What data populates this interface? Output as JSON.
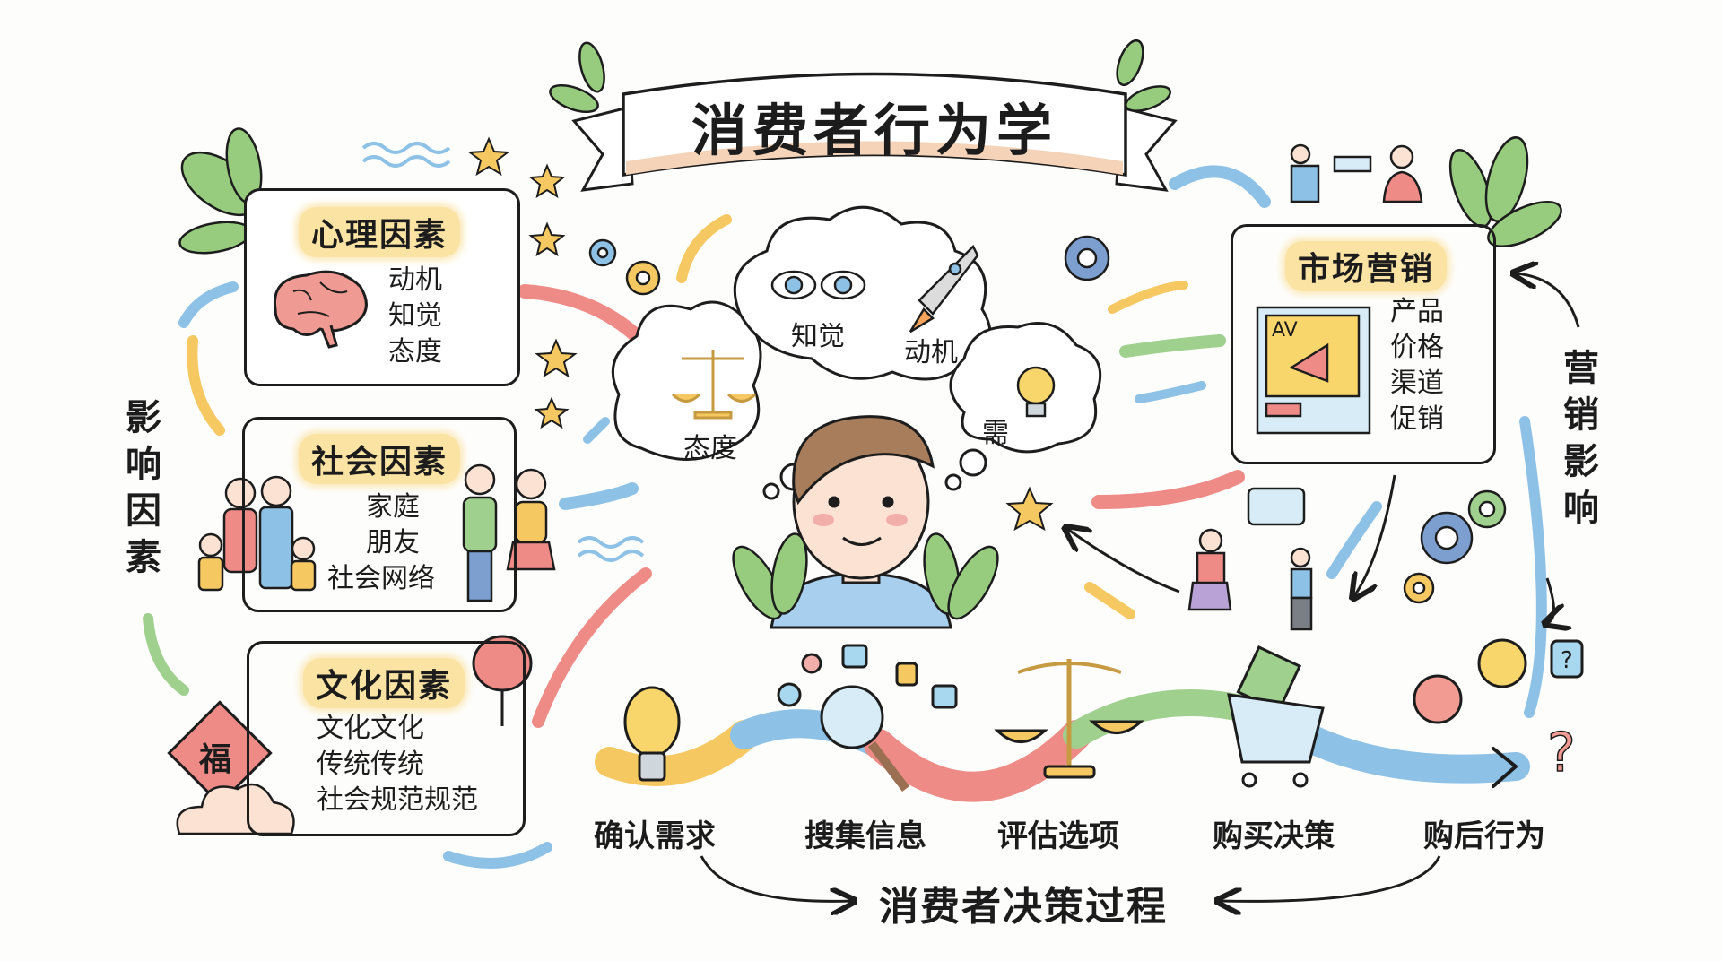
{
  "title": "消费者行为学",
  "left_label": "影响因素",
  "right_label": "营销影响",
  "factors": {
    "psychological": {
      "heading": "心理因素",
      "icon": "brain-icon",
      "items": [
        "动机",
        "知觉",
        "态度"
      ]
    },
    "social": {
      "heading": "社会因素",
      "icon": "family-icon",
      "items": [
        "家庭",
        "朋友",
        "社会网络"
      ]
    },
    "cultural": {
      "heading": "文化因素",
      "icon": "fu-lantern-icon",
      "fu_char": "福",
      "items": [
        "文化文化",
        "传统传统",
        "社会规范规范"
      ]
    }
  },
  "marketing": {
    "heading": "市场营销",
    "poster_text": "AV",
    "icon": "megaphone-icon",
    "items": [
      "产品",
      "价格",
      "渠道",
      "促销"
    ]
  },
  "thought_clouds": {
    "perception": "知觉",
    "motivation": "动机",
    "attitude": "态度",
    "need": "需"
  },
  "process": {
    "title": "消费者决策过程",
    "steps": [
      {
        "label": "确认需求",
        "icon": "lightbulb-icon"
      },
      {
        "label": "搜集信息",
        "icon": "magnifier-icon"
      },
      {
        "label": "评估选项",
        "icon": "scale-icon"
      },
      {
        "label": "购买决策",
        "icon": "cart-icon"
      },
      {
        "label": "购后行为",
        "icon": "emotion-faces-icon"
      }
    ]
  },
  "colors": {
    "highlight": "#fbe3a4",
    "ribbon": "#f4d3b9",
    "red_arrow": "#ee8b86",
    "blue_arrow": "#8ec1e6",
    "yellow_arrow": "#f6c862",
    "green_arrow": "#9fd08d",
    "leaf": "#97cc7f",
    "ink": "#1d1d1d"
  }
}
